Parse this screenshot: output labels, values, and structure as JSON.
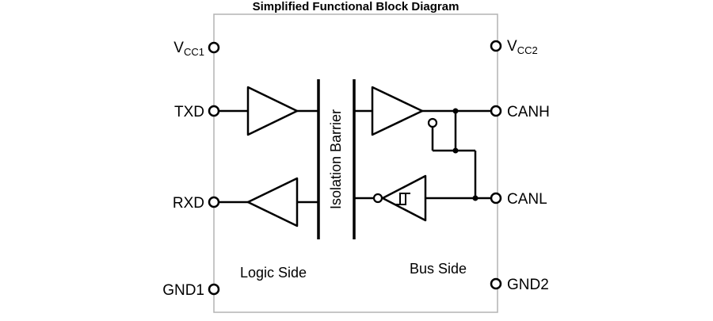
{
  "title": "Simplified Functional Block Diagram",
  "pins": {
    "vcc1": {
      "base": "V",
      "sub": "CC1"
    },
    "txd": "TXD",
    "rxd": "RXD",
    "gnd1": "GND1",
    "vcc2": {
      "base": "V",
      "sub": "CC2"
    },
    "canh": "CANH",
    "canl": "CANL",
    "gnd2": "GND2"
  },
  "regions": {
    "logic": "Logic Side",
    "bus": "Bus Side",
    "barrier": "Isolation Barrier"
  },
  "colors": {
    "wire": "#000000",
    "block_border": "#b3b3b3",
    "background": "#ffffff"
  }
}
